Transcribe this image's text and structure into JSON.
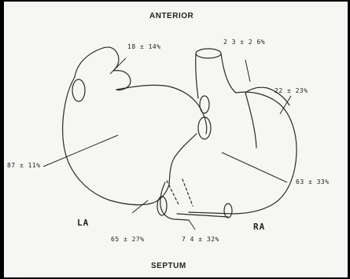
{
  "diagram": {
    "orientation": {
      "top": "ANTERIOR",
      "bottom": "SEPTUM"
    },
    "chambers": {
      "left_atrium": "LA",
      "right_atrium": "RA"
    },
    "values": {
      "la_appendage": "18 ± 14%",
      "svc": "2 3 ± 2 6%",
      "ra_appendage": "22 ± 23%",
      "la_body": "87 ± 11%",
      "ra_body": "63 ±  33%",
      "septal_left": "65 ± 27%",
      "septal_right": "7 4 ± 32%"
    },
    "colors": {
      "background": "#000000",
      "paper": "#f6f6f3",
      "ink": "#222222"
    }
  }
}
